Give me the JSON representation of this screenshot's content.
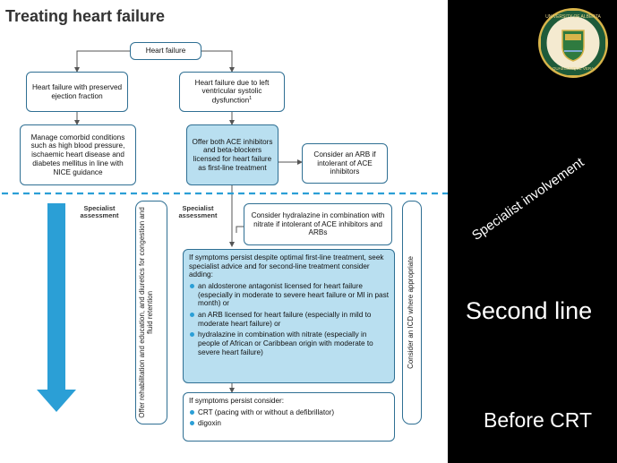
{
  "title": "Treating heart failure",
  "nodes": {
    "heart_failure": "Heart failure",
    "preserved": "Heart failure with preserved ejection fraction",
    "lvsd": "Heart failure due to left ventricular systolic dysfunction",
    "lvsd_sup": "1",
    "manage": "Manage comorbid conditions such as high blood pressure, ischaemic heart disease and diabetes mellitus in line with NICE guidance",
    "ace": "Offer both ACE inhibitors and beta-blockers licensed for heart failure as first-line treatment",
    "arb": "Consider an ARB if intolerant of ACE inhibitors",
    "hydralazine": "Consider hydralazine in combination with nitrate if intolerant of ACE inhibitors and ARBs",
    "second_line_intro": "If symptoms persist despite optimal first-line treatment, seek specialist advice and for second-line treatment consider adding:",
    "second_line_items": [
      "an aldosterone antagonist licensed for heart failure (especially in moderate to severe heart failure or MI in past month) or",
      "an ARB licensed for heart failure (especially in mild to moderate heart failure) or",
      "hydralazine in combination with nitrate (especially in people of African or Caribbean origin with moderate to severe heart failure)"
    ],
    "persist_intro": "If symptoms persist consider:",
    "persist_items": [
      "CRT (pacing with or without a defibrillator)",
      "digoxin"
    ]
  },
  "labels": {
    "specialist_assessment": "Specialist assessment",
    "rehab": "Offer rehabilitation and education, and diuretics for congestion and fluid retention",
    "icd": "Consider an ICD where appropriate"
  },
  "right_panel": {
    "specialist_involvement": "Specialist involvement",
    "second_line": "Second line",
    "before_crt": "Before CRT",
    "logo_text_top": "UNIVERSITY OF ALBERTA",
    "logo_text_bottom": "QUAECUMQUE VERA"
  },
  "colors": {
    "box_border": "#2f6f93",
    "box_fill": "#b9dff0",
    "arrow": "#2b9fd6",
    "background": "#000000"
  }
}
